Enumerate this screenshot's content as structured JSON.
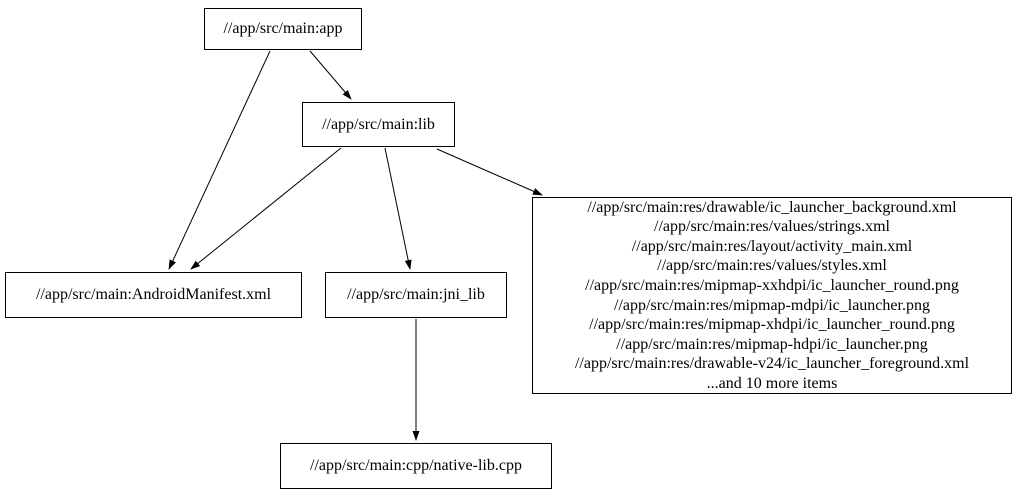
{
  "diagram": {
    "type": "directed-dependency-graph",
    "background_color": "#ffffff",
    "node_fill_color": "#ffffff",
    "node_border_color": "#000000",
    "edge_color": "#000000",
    "nodes": {
      "app": {
        "label": "//app/src/main:app"
      },
      "lib": {
        "label": "//app/src/main:lib"
      },
      "android_manifest": {
        "label": "//app/src/main:AndroidManifest.xml"
      },
      "jni_lib": {
        "label": "//app/src/main:jni_lib"
      },
      "res_group": {
        "lines": [
          "//app/src/main:res/drawable/ic_launcher_background.xml",
          "//app/src/main:res/values/strings.xml",
          "//app/src/main:res/layout/activity_main.xml",
          "//app/src/main:res/values/styles.xml",
          "//app/src/main:res/mipmap-xxhdpi/ic_launcher_round.png",
          "//app/src/main:res/mipmap-mdpi/ic_launcher.png",
          "//app/src/main:res/mipmap-xhdpi/ic_launcher_round.png",
          "//app/src/main:res/mipmap-hdpi/ic_launcher.png",
          "//app/src/main:res/drawable-v24/ic_launcher_foreground.xml",
          "...and 10 more items"
        ]
      },
      "native_lib": {
        "label": "//app/src/main:cpp/native-lib.cpp"
      }
    },
    "edges": [
      {
        "from": "app",
        "to": "lib"
      },
      {
        "from": "app",
        "to": "android_manifest"
      },
      {
        "from": "lib",
        "to": "android_manifest"
      },
      {
        "from": "lib",
        "to": "jni_lib"
      },
      {
        "from": "lib",
        "to": "res_group"
      },
      {
        "from": "jni_lib",
        "to": "native_lib"
      }
    ]
  }
}
